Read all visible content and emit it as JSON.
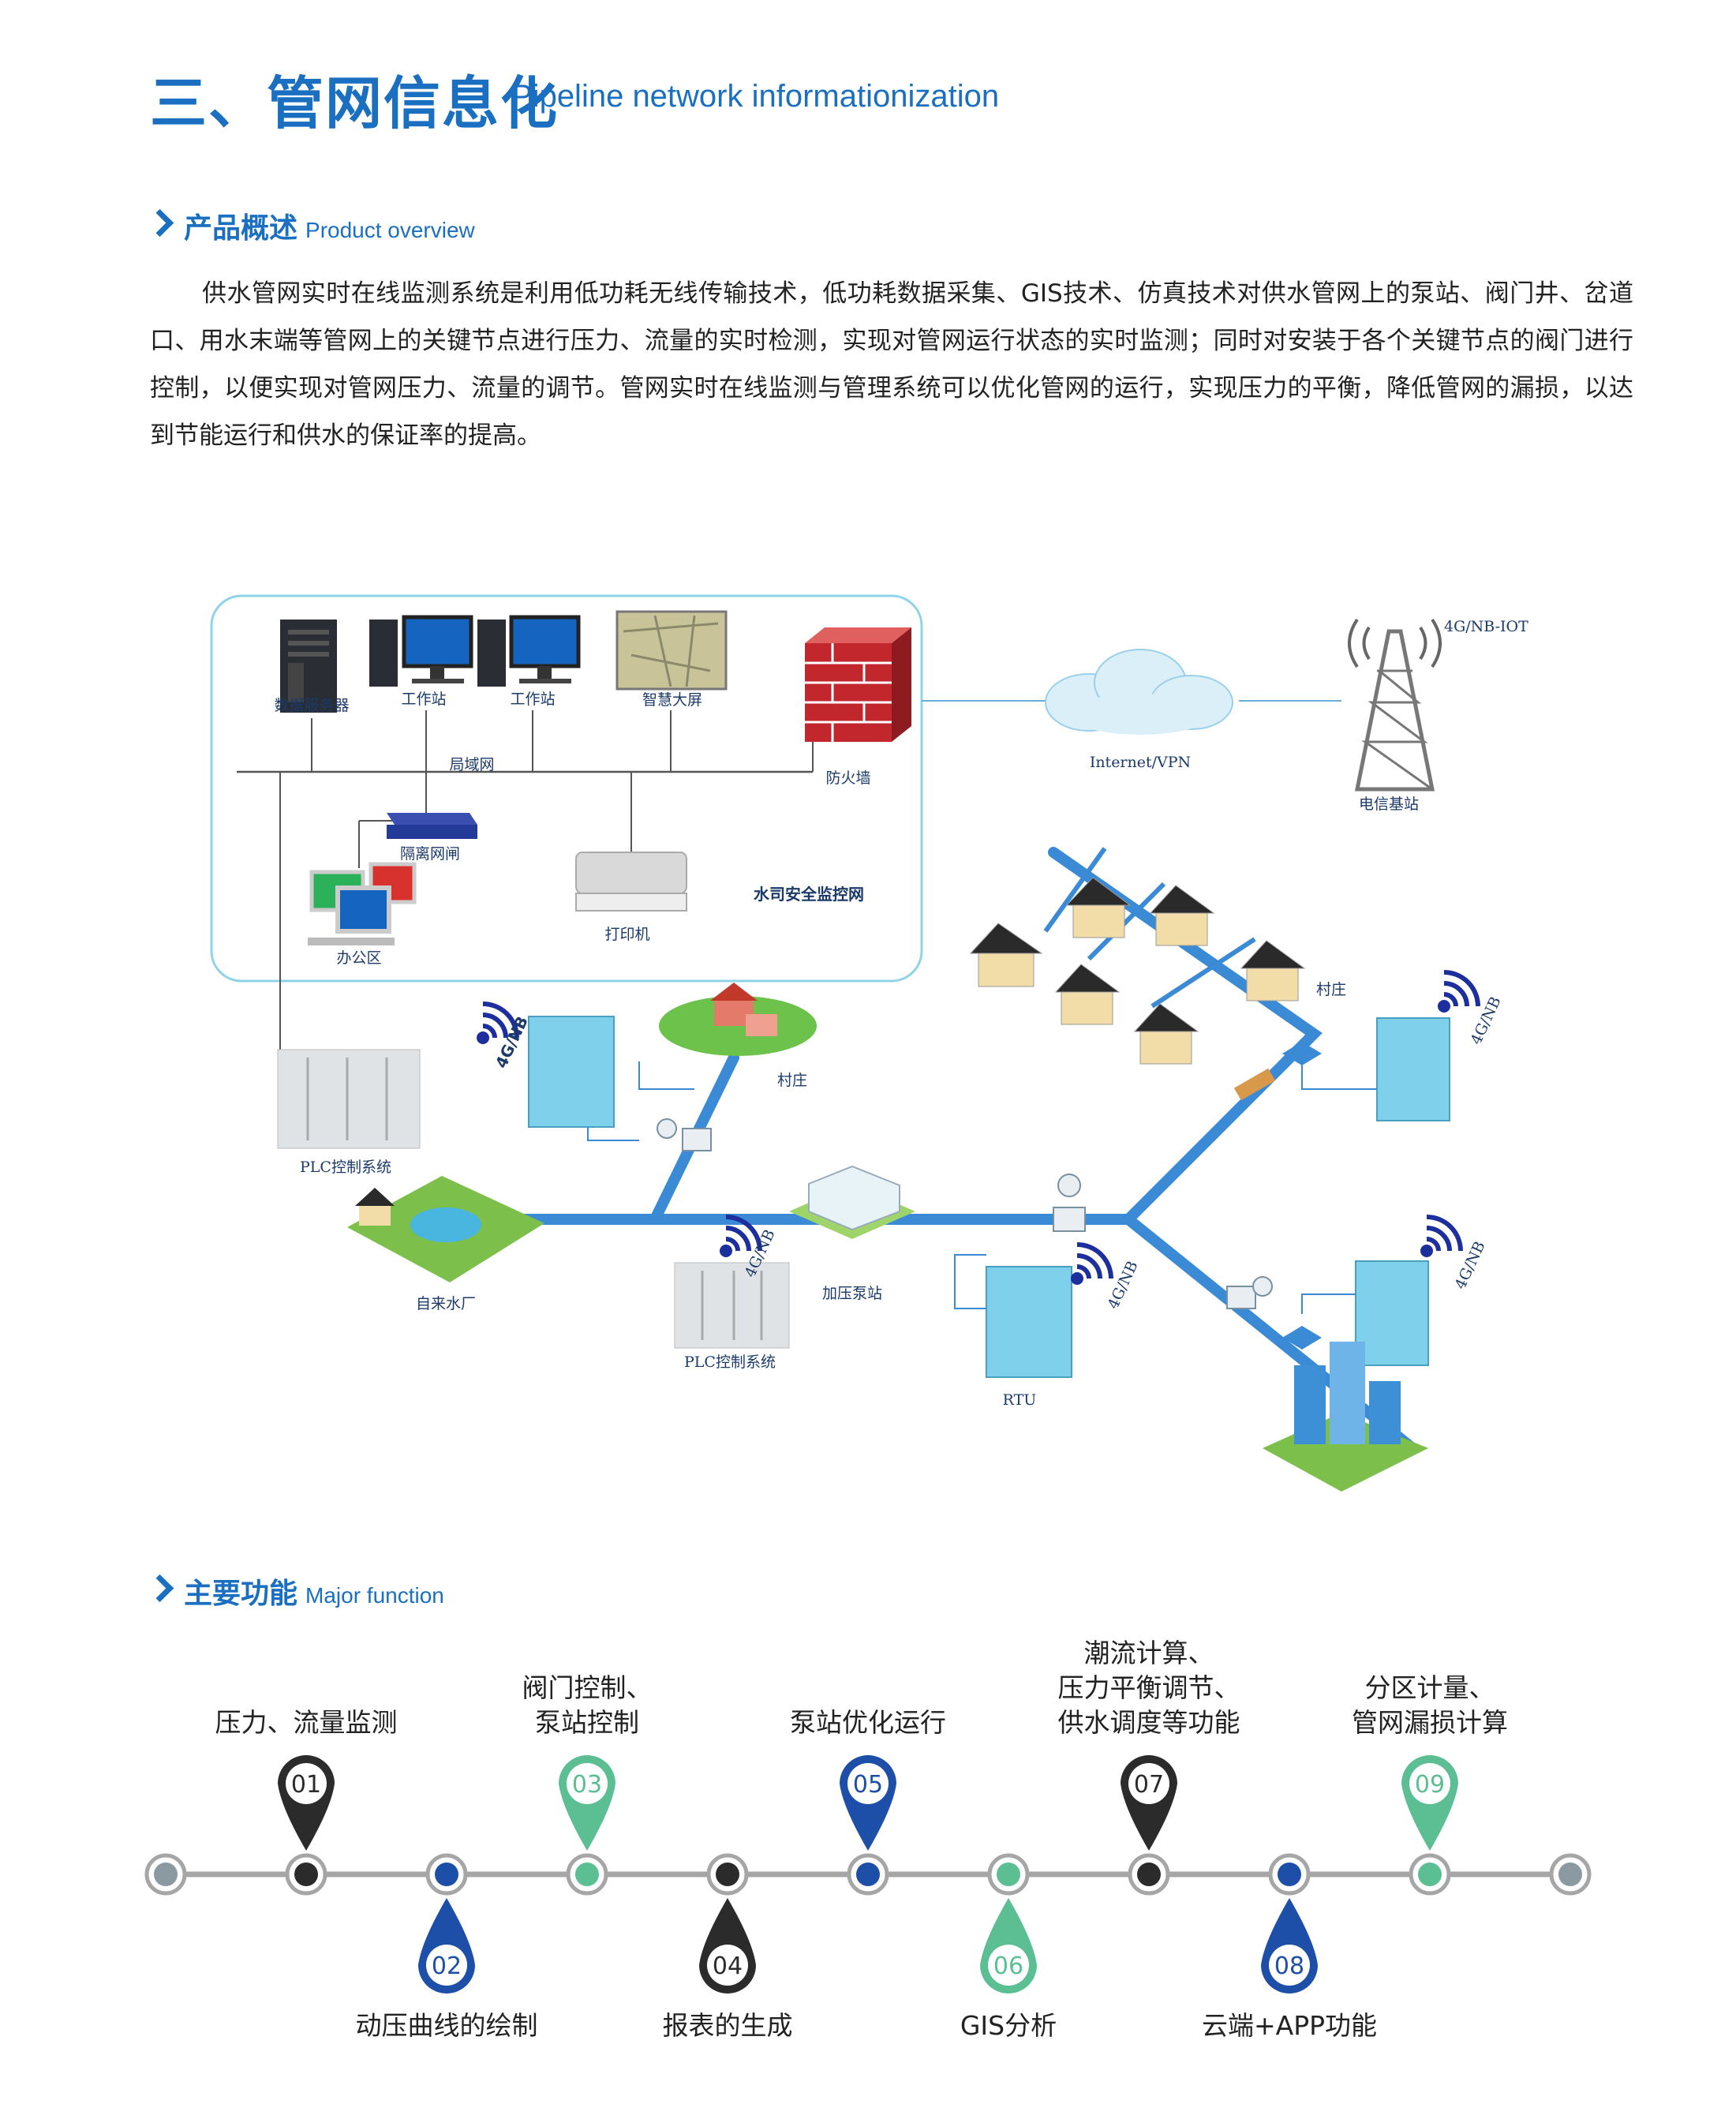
{
  "title": {
    "cn": "三、管网信息化",
    "en": "Pipeline network informationization"
  },
  "overview": {
    "heading_cn": "产品概述",
    "heading_en": "Product overview",
    "text": "供水管网实时在线监测系统是利用低功耗无线传输技术，低功耗数据采集、GIS技术、仿真技术对供水管网上的泵站、阀门井、岔道口、用水末端等管网上的关键节点进行压力、流量的实时检测，实现对管网运行状态的实时监测；同时对安装于各个关键节点的阀门进行控制，以便实现对管网压力、流量的调节。管网实时在线监测与管理系统可以优化管网的运行，实现压力的平衡，降低管网的漏损，以达到节能运行和供水的保证率的提高。"
  },
  "diagram": {
    "server": "数据服务器",
    "workstation1": "工作站",
    "workstation2": "工作站",
    "bigscreen": "智慧大屏",
    "lan": "局域网",
    "firewall": "防火墙",
    "gateway": "隔离网闸",
    "printer": "打印机",
    "office": "办公区",
    "secure_net": "水司安全监控网",
    "internet": "Internet/VPN",
    "iot": "4G/NB-IOT",
    "tower": "电信基站",
    "village1": "村庄",
    "village2": "村庄",
    "plc1": "PLC控制系统",
    "plc2": "PLC控制系统",
    "waterplant": "自来水厂",
    "pumpstation": "加压泵站",
    "rtu": "RTU",
    "nb1": "4G/NB",
    "nb2": "4G/NB",
    "nb3": "4G/NB",
    "nb4": "4G/NB",
    "nb5": "4G/NB"
  },
  "functions": {
    "heading_cn": "主要功能",
    "heading_en": "Major function",
    "items": [
      {
        "num": "01",
        "lines": [
          "压力、流量监测"
        ],
        "color": "#2b2b2b"
      },
      {
        "num": "02",
        "lines": [
          "动压曲线的绘制"
        ],
        "color": "#1e4fa8"
      },
      {
        "num": "03",
        "lines": [
          "阀门控制、",
          "泵站控制"
        ],
        "color": "#5bbf93"
      },
      {
        "num": "04",
        "lines": [
          "报表的生成"
        ],
        "color": "#2b2b2b"
      },
      {
        "num": "05",
        "lines": [
          "泵站优化运行"
        ],
        "color": "#1e4fa8"
      },
      {
        "num": "06",
        "lines": [
          "GIS分析"
        ],
        "color": "#5bbf93"
      },
      {
        "num": "07",
        "lines": [
          "潮流计算、",
          "压力平衡调节、",
          "供水调度等功能"
        ],
        "color": "#2b2b2b"
      },
      {
        "num": "08",
        "lines": [
          "云端+APP功能"
        ],
        "color": "#1e4fa8"
      },
      {
        "num": "09",
        "lines": [
          "分区计量、",
          "管网漏损计算"
        ],
        "color": "#5bbf93"
      }
    ]
  }
}
